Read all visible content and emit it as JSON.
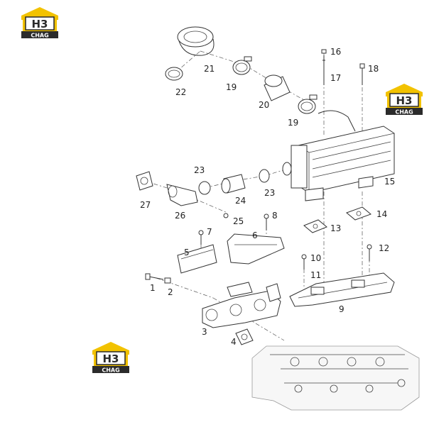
{
  "logo": {
    "mark": "H3",
    "word": "CHAG",
    "colors": {
      "yellow": "#f2c200",
      "dark": "#2b2b2b",
      "white": "#ffffff"
    }
  },
  "callouts": [
    "1",
    "2",
    "3",
    "4",
    "5",
    "6",
    "7",
    "8",
    "9",
    "10",
    "11",
    "12",
    "13",
    "14",
    "15",
    "16",
    "17",
    "18",
    "19",
    "19",
    "20",
    "21",
    "22",
    "23",
    "23",
    "24",
    "25",
    "26",
    "27"
  ]
}
